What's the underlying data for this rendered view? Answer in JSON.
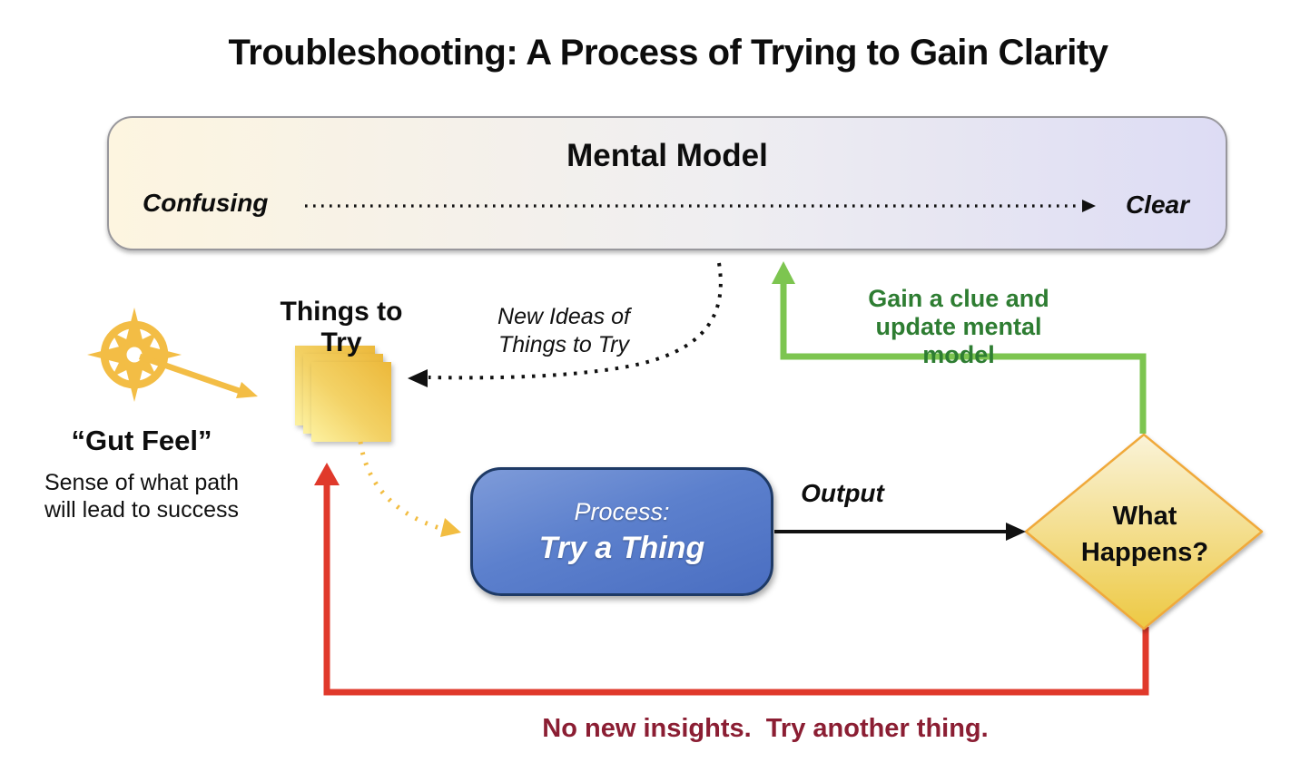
{
  "title": "Troubleshooting: A Process of Trying to Gain Clarity",
  "mental_model": {
    "heading": "Mental Model",
    "scale_left": "Confusing",
    "scale_right": "Clear"
  },
  "things_to_try_label": "Things to Try",
  "gut_feel": {
    "heading": "“Gut Feel”",
    "line1": "Sense of what path",
    "line2": "will lead to success"
  },
  "new_ideas": {
    "line1": "New Ideas of",
    "line2": "Things to Try"
  },
  "gain_clue": {
    "line1": "Gain a clue and",
    "line2": "update mental model"
  },
  "process_box": {
    "line1": "Process:",
    "line2": "Try a Thing"
  },
  "output_label": "Output",
  "decision": {
    "line1": "What",
    "line2": "Happens?"
  },
  "loop_label": "No new insights.  Try another thing.",
  "icons": {
    "compass": "compass-icon",
    "sticky_notes": "sticky-notes-icon"
  },
  "colors": {
    "green_arrow": "#7dc550",
    "green_text": "#2e7d32",
    "red_arrow": "#e0392b",
    "maroon_text": "#8b1e33",
    "process_blue_top": "#7e9bd9",
    "process_blue_bottom": "#4a6ec1",
    "process_border": "#1e3a66",
    "sticky_yellow": "#ecb83a",
    "compass_yellow": "#f3bd45",
    "diamond_border": "#f0a93a",
    "diamond_fill_top": "#faf3d8",
    "diamond_fill_bottom": "#edc943",
    "mental_model_left": "#fdf5e0",
    "mental_model_right": "#dddcf4"
  }
}
